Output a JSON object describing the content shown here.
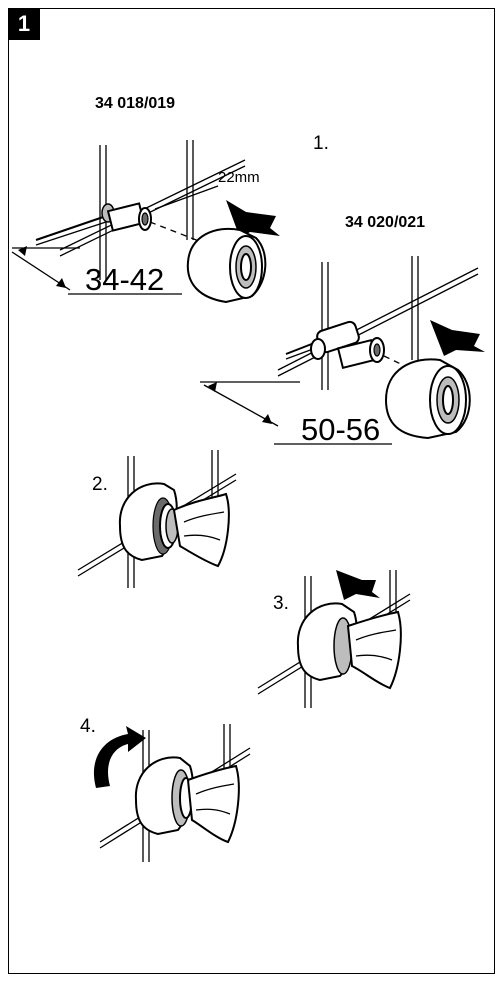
{
  "badge": "1",
  "labels": {
    "model_a": "34 018/019",
    "model_b": "34 020/021",
    "step1": "1.",
    "step2": "2.",
    "step3": "3.",
    "step4": "4.",
    "wrench": "22mm",
    "dim_a": "34-42",
    "dim_b": "50-56"
  },
  "colors": {
    "line": "#000000",
    "shade": "#bdbdbd",
    "dark": "#6a6a6a"
  }
}
